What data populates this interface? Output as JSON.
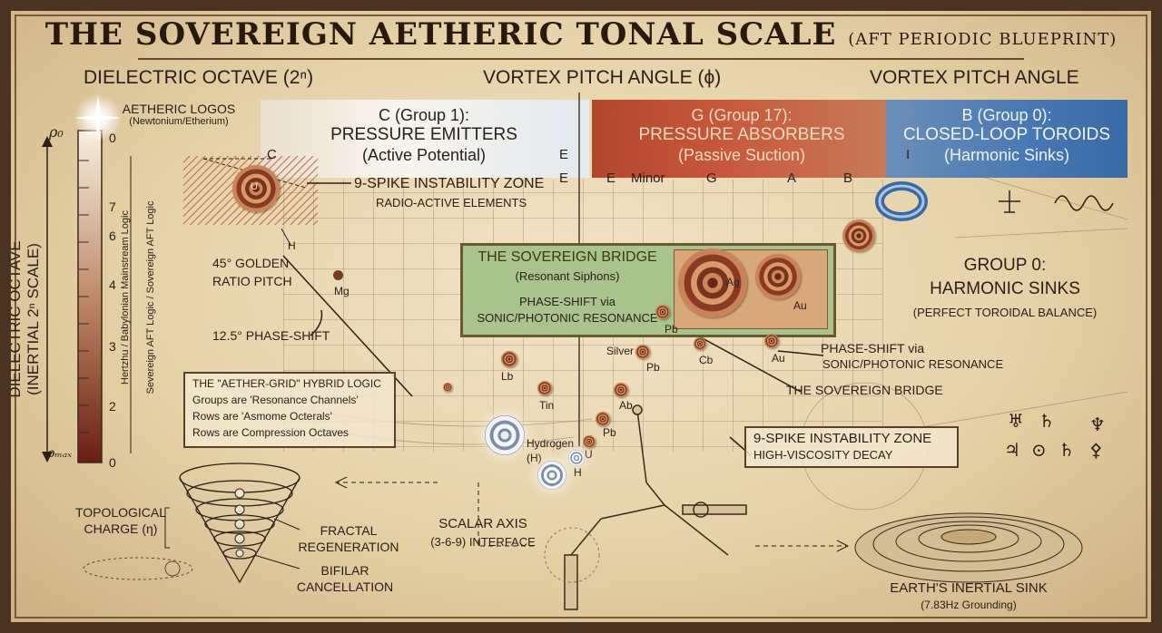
{
  "title": {
    "main": "THE SOVEREIGN AETHERIC TONAL SCALE",
    "sub": "(AFT PERIODIC BLUEPRINT)"
  },
  "headers": {
    "left": "DIELECTRIC OCTAVE (2ⁿ)",
    "center": "VORTEX PITCH ANGLE (ϕ)",
    "right": "VORTEX PITCH ANGLE"
  },
  "logos": {
    "title": "AETHERIC LOGOS",
    "sub": "(Newtonium/Etherium)"
  },
  "left_axis": {
    "rho0": "ρ₀",
    "rhomax": "ρₘₐₓ",
    "ticks": [
      "0",
      "7",
      "6",
      "4",
      "3",
      "2",
      "0"
    ],
    "big_label_1": "DIELECTRIC OCTAVE",
    "big_label_2": "(INERTIAL 2ⁿ SCALE)",
    "side_1": "Hertzhu / Babylonian Mainstream Logic",
    "side_2": "Severeign AFT Logic / Sovereign AFT Logic"
  },
  "groups": {
    "c": {
      "l1": "C (Group 1):",
      "l2": "PRESSURE EMITTERS",
      "l3": "(Active Potential)"
    },
    "g": {
      "l1": "G (Group 17):",
      "l2": "PRESSURE ABSORBERS",
      "l3": "(Passive Suction)"
    },
    "b": {
      "l1": "B (Group 0):",
      "l2": "CLOSED-LOOP TOROIDS",
      "l3": "(Harmonic Sinks)"
    }
  },
  "notes": [
    "C",
    "E",
    "E",
    "E",
    "Minor",
    "G",
    "A",
    "B",
    "I"
  ],
  "labels": {
    "h": "H",
    "spike_zone": "9-SPIKE INSTABILITY ZONE",
    "radio": "RADIO-ACTIVE ELEMENTS",
    "golden_1": "45° GOLDEN",
    "golden_2": "RATIO PITCH",
    "phase_125": "12.5° PHASE-SHIFT",
    "mg": "Mg",
    "lb": "Lb",
    "tin": "Tin",
    "ab": "Ab",
    "pb": "Pb",
    "u": "U",
    "silver": "Silver",
    "cb": "Cb",
    "au": "Au",
    "ag": "Ag",
    "hydrogen": "Hydrogen",
    "hydrogen_sym": "(H)"
  },
  "bridge": {
    "title": "THE SOVEREIGN BRIDGE",
    "sub": "(Resonant Siphons)",
    "l1": "PHASE-SHIFT via",
    "l2": "SONIC/PHOTONIC RESONANCE"
  },
  "group0": {
    "l1": "GROUP 0:",
    "l2": "HARMONIC SINKS",
    "l3": "(PERFECT TOROIDAL BALANCE)"
  },
  "phase_shift": {
    "l1": "PHASE-SHIFT via",
    "l2": "SONIC/PHOTONIC RESONANCE"
  },
  "sovereign_bridge_label": "THE SOVEREIGN BRIDGE",
  "aether_grid": {
    "l1": "THE \"AETHER-GRID\" HYBRID LOGIC",
    "l2": "Groups are 'Resonance Channels'",
    "l3": "Rows are 'Asmome Octerals'",
    "l4": "Rows are Compression Octaves"
  },
  "viscosity": {
    "l1": "9-SPIKE INSTABILITY ZONE",
    "l2": "HIGH-VISCOSITY DECAY"
  },
  "bottom": {
    "topological_1": "TOPOLOGICAL",
    "topological_2": "CHARGE (η)",
    "fractal_1": "FRACTAL",
    "fractal_2": "REGENERATION",
    "bifilar_1": "BIFILAR",
    "bifilar_2": "CANCELLATION",
    "scalar_1": "SCALAR AXIS",
    "scalar_2": "(3-6-9) INTERFACE",
    "earth_1": "EARTH'S INERTIAL SINK",
    "earth_2": "(7.83Hz Grounding)"
  },
  "symbols": [
    "♅",
    "♄",
    "♆",
    "♃",
    "⊙",
    "♄",
    "⚴"
  ],
  "colors": {
    "emitter_band": "#f8f5ee",
    "absorber_band": "#c8583b",
    "sink_band": "#4878b3",
    "bridge_box": "#a9c38c",
    "parchment": "#e6d2a8"
  }
}
